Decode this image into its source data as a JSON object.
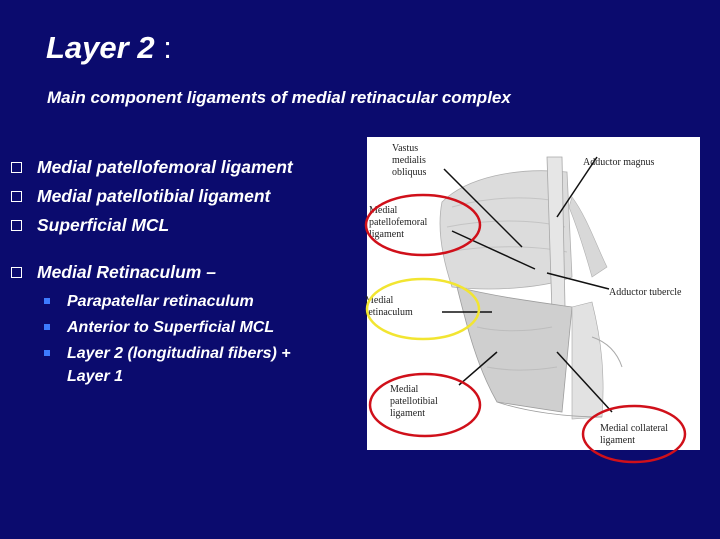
{
  "slide": {
    "title": "Layer 2",
    "title_colon": ":",
    "subtitle": "Main component ligaments of medial retinacular complex"
  },
  "bullets": [
    {
      "text": "Medial patellofemoral ligament"
    },
    {
      "text": "Medial patellotibial ligament"
    },
    {
      "text": "Superficial MCL"
    },
    {
      "text": "Medial Retinaculum –",
      "sub": [
        "Parapatellar retinaculum",
        "Anterior to Superficial MCL",
        "Layer 2 (longitudinal fibers) + Layer 1"
      ]
    }
  ],
  "figure": {
    "labels": {
      "vastus_1": "Vastus",
      "vastus_2": "medialis",
      "vastus_3": "obliquus",
      "adductor_magnus": "Adductor magnus",
      "mpfl_1": "Medial",
      "mpfl_2": "patellofemoral",
      "mpfl_3": "ligament",
      "adductor_tubercle": "Adductor tubercle",
      "retin_1": "Medial",
      "retin_2": "retinaculum",
      "mptl_1": "Medial",
      "mptl_2": "patellotibial",
      "mptl_3": "ligament",
      "mcl_1": "Medial collateral",
      "mcl_2": "ligament"
    },
    "colors": {
      "circle_red": "#d0101a",
      "circle_yellow": "#f2e531"
    }
  }
}
